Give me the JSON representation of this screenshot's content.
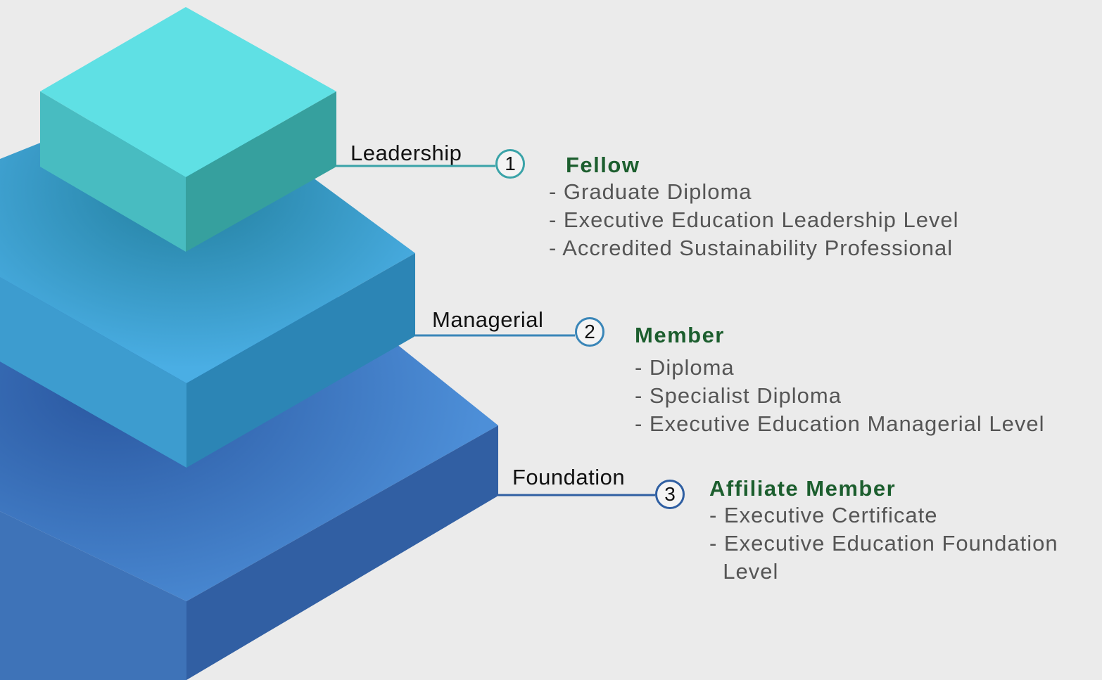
{
  "tiers": [
    {
      "number": "1",
      "level": "Leadership",
      "title": "Fellow",
      "items": [
        "- Graduate Diploma",
        "- Executive Education Leadership Level",
        "- Accredited Sustainability Professional"
      ]
    },
    {
      "number": "2",
      "level": "Managerial",
      "title": "Member",
      "items": [
        "- Diploma",
        "- Specialist Diploma",
        "- Executive Education Managerial Level"
      ]
    },
    {
      "number": "3",
      "level": "Foundation",
      "title": "Affiliate Member",
      "items": [
        "- Executive Certificate",
        "- Executive Education Foundation",
        "  Level"
      ]
    }
  ],
  "colors": {
    "background": "#ebebeb",
    "title": "#1c5e2e",
    "leadership_accent": "#3aa3a8",
    "managerial_accent": "#3a86b8",
    "foundation_accent": "#2f5fa2"
  }
}
